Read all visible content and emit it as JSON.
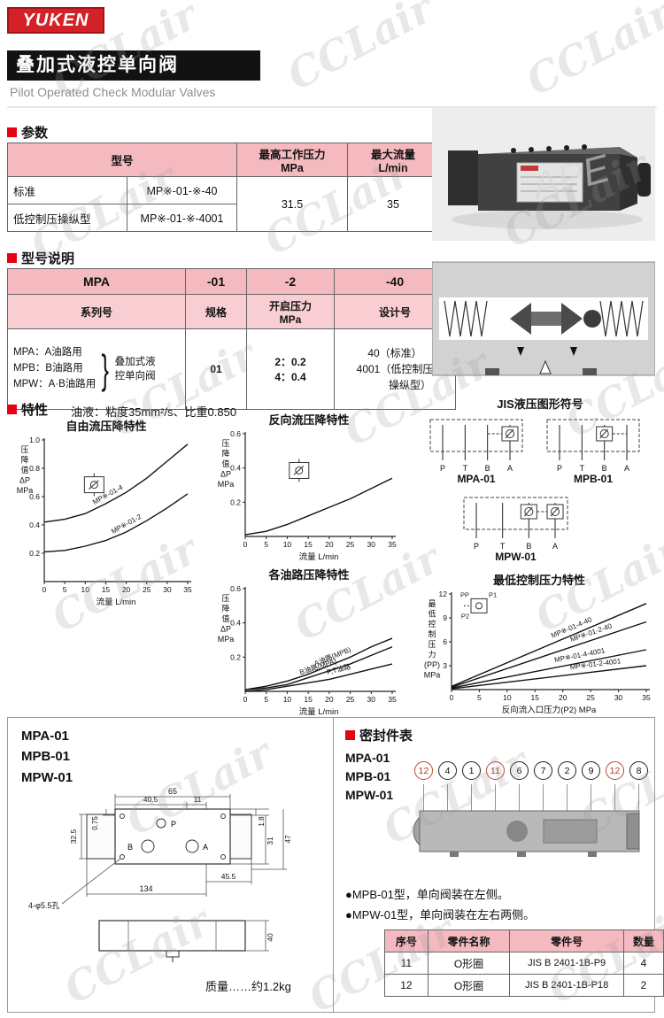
{
  "watermark": {
    "text": "CCLair"
  },
  "header": {
    "logo_text": "YUKEN",
    "title": "叠加式液控单向阀",
    "subtitle": "Pilot Operated Check Modular Valves"
  },
  "photo": {
    "overlay_text": "APE"
  },
  "params": {
    "section_title": "参数",
    "table": {
      "col_model": "型号",
      "col_pressure": "最高工作压力",
      "col_pressure_unit": "MPa",
      "col_flow": "最大流量",
      "col_flow_unit": "L/min",
      "rows": [
        {
          "label": "标准",
          "model": "MP※-01-※-40"
        },
        {
          "label": "低控制压操纵型",
          "model": "MP※-01-※-4001"
        }
      ],
      "pressure": "31.5",
      "flow": "35"
    }
  },
  "model_code": {
    "section_title": "型号说明",
    "cols": [
      "MPA",
      "-01",
      "-2",
      "-40"
    ],
    "subcols": [
      "系列号",
      "规格",
      "开启压力",
      "设计号"
    ],
    "pressure_unit": "MPa",
    "series_lines": [
      "MPA：A油路用",
      "MPB：B油路用",
      "MPW：A·B油路用"
    ],
    "brace": "}",
    "series_desc": [
      "叠加式液",
      "控单向阀"
    ],
    "spec": "01",
    "pressure_opts": [
      "2：0.2",
      "4：0.4"
    ],
    "design_opts": [
      "40（标准）",
      "4001（低控制压",
      "操纵型）"
    ]
  },
  "features": {
    "section_title": "特性",
    "oil_note": "油液：粘度35mm²/s、比重0.850"
  },
  "jis": {
    "title": "JIS液压图形符号",
    "symbols": [
      {
        "label": "MPA-01",
        "ports": [
          "P",
          "T",
          "B",
          "A"
        ],
        "valves": [
          "A"
        ]
      },
      {
        "label": "MPB-01",
        "ports": [
          "P",
          "T",
          "B",
          "A"
        ],
        "valves": [
          "B"
        ]
      },
      {
        "label": "MPW-01",
        "ports": [
          "P",
          "T",
          "B",
          "A"
        ],
        "valves": [
          "B",
          "A"
        ]
      }
    ]
  },
  "chart_data": [
    {
      "type": "line",
      "title": "自由流压降特性",
      "xlabel": "流量  L/min",
      "ylabel_lines": [
        "压",
        "降",
        "值",
        "ΔP",
        "MPa"
      ],
      "xlim": [
        0,
        35
      ],
      "ylim": [
        0,
        1.0
      ],
      "xticks": [
        "0",
        "5",
        "10",
        "15",
        "20",
        "25",
        "30",
        "35"
      ],
      "yticks": [
        "0.2",
        "0.4",
        "0.6",
        "0.8",
        "1.0"
      ],
      "series": [
        {
          "name": "MP※-01-4",
          "x": [
            0,
            5,
            10,
            15,
            20,
            25,
            30,
            35
          ],
          "y": [
            0.42,
            0.44,
            0.48,
            0.55,
            0.63,
            0.73,
            0.85,
            0.97
          ],
          "label_at": 0.45
        },
        {
          "name": "MP※-01-2",
          "x": [
            0,
            5,
            10,
            15,
            20,
            25,
            30,
            35
          ],
          "y": [
            0.21,
            0.22,
            0.25,
            0.29,
            0.35,
            0.43,
            0.52,
            0.62
          ],
          "label_at": 0.58
        }
      ],
      "inset": {
        "kind": "check-symbol",
        "x": 0.28,
        "y": 0.26
      }
    },
    {
      "type": "line",
      "title": "反向流压降特性",
      "xlabel": "流量  L/min",
      "ylabel_lines": [
        "压",
        "降",
        "值",
        "ΔP",
        "MPa"
      ],
      "xlim": [
        0,
        35
      ],
      "ylim": [
        0,
        0.6
      ],
      "xticks": [
        "0",
        "5",
        "10",
        "15",
        "20",
        "25",
        "30",
        "35"
      ],
      "yticks": [
        "0.2",
        "0.4",
        "0.6"
      ],
      "series": [
        {
          "name": "",
          "x": [
            0,
            5,
            10,
            15,
            20,
            25,
            30,
            35
          ],
          "y": [
            0.01,
            0.03,
            0.07,
            0.12,
            0.17,
            0.22,
            0.28,
            0.34
          ]
        }
      ],
      "inset": {
        "kind": "check-symbol",
        "x": 0.3,
        "y": 0.28
      }
    },
    {
      "type": "line",
      "title": "各油路压降特性",
      "xlabel": "流量  L/min",
      "ylabel_lines": [
        "压",
        "降",
        "值",
        "ΔP",
        "MPa"
      ],
      "xlim": [
        0,
        35
      ],
      "ylim": [
        0,
        0.6
      ],
      "xticks": [
        "0",
        "5",
        "10",
        "15",
        "20",
        "25",
        "30",
        "35"
      ],
      "yticks": [
        "0.2",
        "0.4",
        "0.6"
      ],
      "series": [
        {
          "name": "A油路(MPB)",
          "x": [
            0,
            5,
            10,
            15,
            20,
            25,
            30,
            35
          ],
          "y": [
            0.01,
            0.03,
            0.06,
            0.1,
            0.15,
            0.2,
            0.26,
            0.31
          ],
          "label_at": 0.6
        },
        {
          "name": "B油路(MPA)",
          "x": [
            0,
            5,
            10,
            15,
            20,
            25,
            30,
            35
          ],
          "y": [
            0.01,
            0.02,
            0.04,
            0.08,
            0.12,
            0.16,
            0.21,
            0.26
          ],
          "label_at": 0.5
        },
        {
          "name": "P,T油路",
          "x": [
            0,
            5,
            10,
            15,
            20,
            25,
            30,
            35
          ],
          "y": [
            0.0,
            0.01,
            0.03,
            0.05,
            0.07,
            0.1,
            0.13,
            0.16
          ],
          "label_at": 0.64
        }
      ]
    },
    {
      "type": "line",
      "title": "最低控制压力特性",
      "xlabel": "反向流入口压力(P2) MPa",
      "ylabel_lines": [
        "最",
        "低",
        "控",
        "制",
        "压",
        "力",
        "(PP)",
        "MPa"
      ],
      "xlim": [
        0,
        35
      ],
      "ylim": [
        0,
        12
      ],
      "xticks": [
        "0",
        "5",
        "10",
        "15",
        "20",
        "25",
        "30",
        "35"
      ],
      "yticks": [
        "3",
        "6",
        "9",
        "12"
      ],
      "series": [
        {
          "name": "MP※-01-4-40",
          "x": [
            0,
            35
          ],
          "y": [
            0.4,
            10.8
          ],
          "label_at": 0.62
        },
        {
          "name": "MP※-01-2-40",
          "x": [
            0,
            35
          ],
          "y": [
            0.3,
            8.5
          ],
          "label_at": 0.72
        },
        {
          "name": "MP※-01-4-4001",
          "x": [
            0,
            35
          ],
          "y": [
            0.2,
            5.0
          ],
          "label_at": 0.66
        },
        {
          "name": "MP※-01-2-4001",
          "x": [
            0,
            35
          ],
          "y": [
            0.1,
            3.0
          ],
          "label_at": 0.74
        }
      ],
      "inset": {
        "kind": "pilot-symbol",
        "x": 0.1,
        "y": 0.05,
        "labels": [
          "PP",
          "P1",
          "P2"
        ]
      }
    }
  ],
  "drawing": {
    "models": [
      "MPA-01",
      "MPB-01",
      "MPW-01"
    ],
    "ports": [
      "P",
      "B",
      "A"
    ],
    "dims": {
      "d65": "65",
      "d405": "40.5",
      "d11": "11",
      "d18": "1.8",
      "d075": "0.75",
      "d325": "32.5",
      "d31": "31",
      "d47": "47",
      "d134": "134",
      "d455": "45.5",
      "holes": "4-φ5.5孔",
      "d40": "40"
    },
    "mass": "质量……约1.2kg"
  },
  "seal": {
    "section_title": "密封件表",
    "models": [
      "MPA-01",
      "MPB-01",
      "MPW-01"
    ],
    "balloons": [
      {
        "n": "12",
        "hl": true
      },
      {
        "n": "4",
        "hl": false
      },
      {
        "n": "1",
        "hl": false
      },
      {
        "n": "11",
        "hl": true
      },
      {
        "n": "6",
        "hl": false
      },
      {
        "n": "7",
        "hl": false
      },
      {
        "n": "2",
        "hl": false
      },
      {
        "n": "9",
        "hl": false
      },
      {
        "n": "12",
        "hl": true
      },
      {
        "n": "8",
        "hl": false
      }
    ],
    "notes": [
      "●MPB-01型，单向阀装在左侧。",
      "●MPW-01型，单向阀装在左右两侧。"
    ],
    "table": {
      "headers": [
        "序号",
        "零件名称",
        "零件号",
        "数量"
      ],
      "rows": [
        [
          "11",
          "O形圈",
          "JIS B 2401-1B-P9",
          "4"
        ],
        [
          "12",
          "O形圈",
          "JIS B 2401-1B-P18",
          "2"
        ]
      ]
    }
  }
}
